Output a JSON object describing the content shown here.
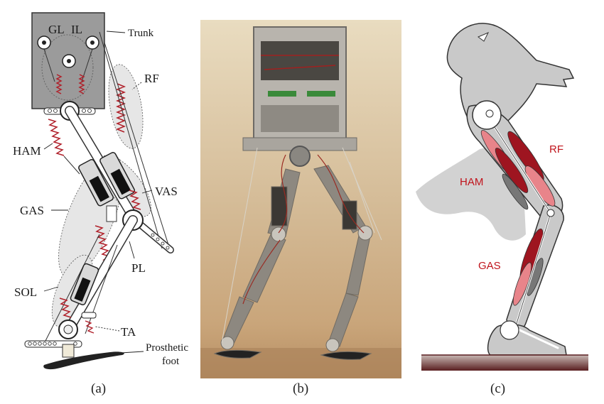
{
  "panel_a": {
    "labels": {
      "gl": "GL",
      "il": "IL",
      "trunk": "Trunk",
      "rf": "RF",
      "ham": "HAM",
      "vas": "VAS",
      "gas": "GAS",
      "pl": "PL",
      "sol": "SOL",
      "ta": "TA",
      "prosthetic_line1": "Prosthetic",
      "prosthetic_line2": "foot"
    },
    "caption": "(a)"
  },
  "panel_b": {
    "caption": "(b)"
  },
  "panel_c": {
    "labels": {
      "rf": "RF",
      "ham": "HAM",
      "gas": "GAS"
    },
    "caption": "(c)"
  },
  "colors": {
    "spring_red": "#b0202a",
    "muscle_dark": "#9e1520",
    "muscle_light": "#e8848a",
    "label_red": "#c0141c",
    "body_gray": "#c9c9c9",
    "photo_bg": "#d8c4a2"
  }
}
